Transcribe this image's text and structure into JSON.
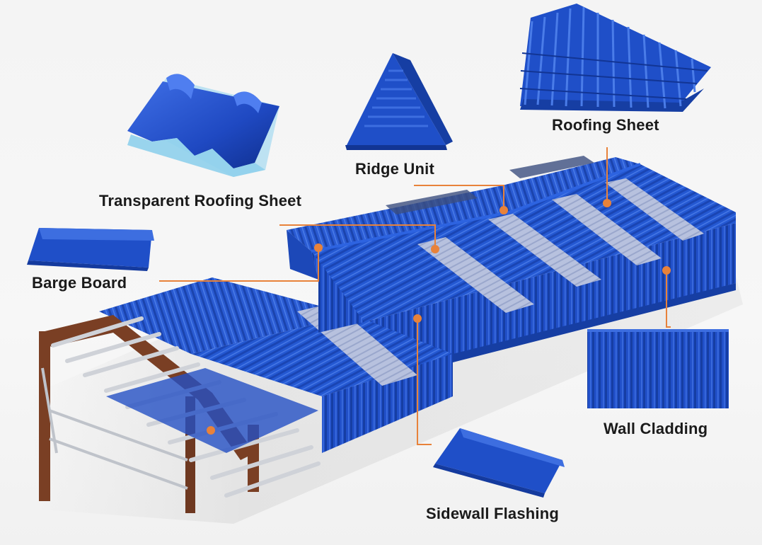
{
  "labels": {
    "transparent_roofing_sheet": "Transparent Roofing Sheet",
    "ridge_unit": "Ridge Unit",
    "roofing_sheet": "Roofing Sheet",
    "barge_board": "Barge Board",
    "wall_cladding": "Wall Cladding",
    "sidewall_flashing": "Sidewall Flashing"
  },
  "colors": {
    "panel_blue": "#1f4fc8",
    "panel_dark": "#143a9e",
    "skylight": "#aab6d8",
    "leader_line": "#e8823a",
    "steel_frame": "#7a3f24",
    "purlin": "#c9ccd2"
  }
}
